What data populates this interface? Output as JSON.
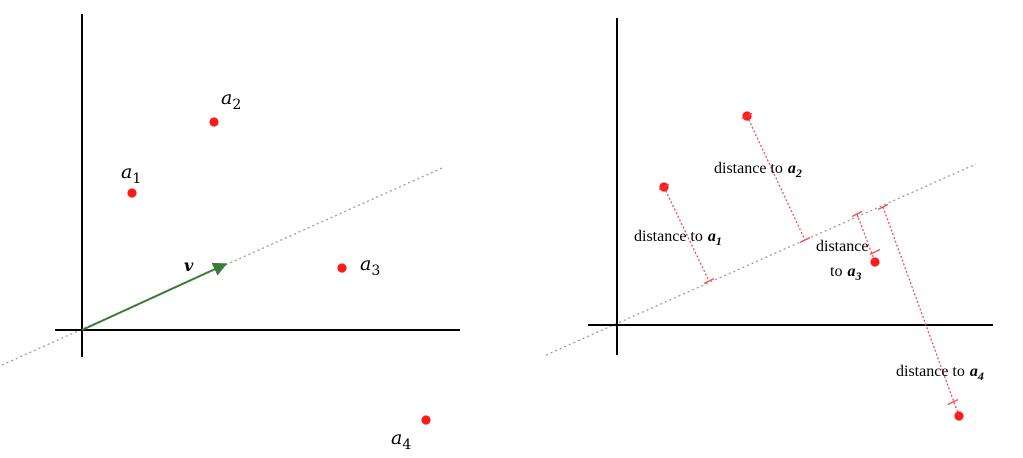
{
  "left_panel": {
    "points": [
      {
        "label": "a",
        "subscript": "1"
      },
      {
        "label": "a",
        "subscript": "2"
      },
      {
        "label": "a",
        "subscript": "3"
      },
      {
        "label": "a",
        "subscript": "4"
      }
    ],
    "vector_label": "v"
  },
  "right_panel": {
    "distance_labels": [
      {
        "text": "distance to",
        "var": "a",
        "subscript": "1"
      },
      {
        "text": "distance to",
        "var": "a",
        "subscript": "2"
      },
      {
        "text_line1": "distance",
        "text_line2": "to",
        "var": "a",
        "subscript": "3"
      },
      {
        "text": "distance to",
        "var": "a",
        "subscript": "4"
      }
    ]
  },
  "colors": {
    "point": "#ff1a1a",
    "vector": "#3a7a3a",
    "axis": "#000000",
    "projection_line": "#9a9a9a",
    "distance_line": "#ff3b3b"
  }
}
